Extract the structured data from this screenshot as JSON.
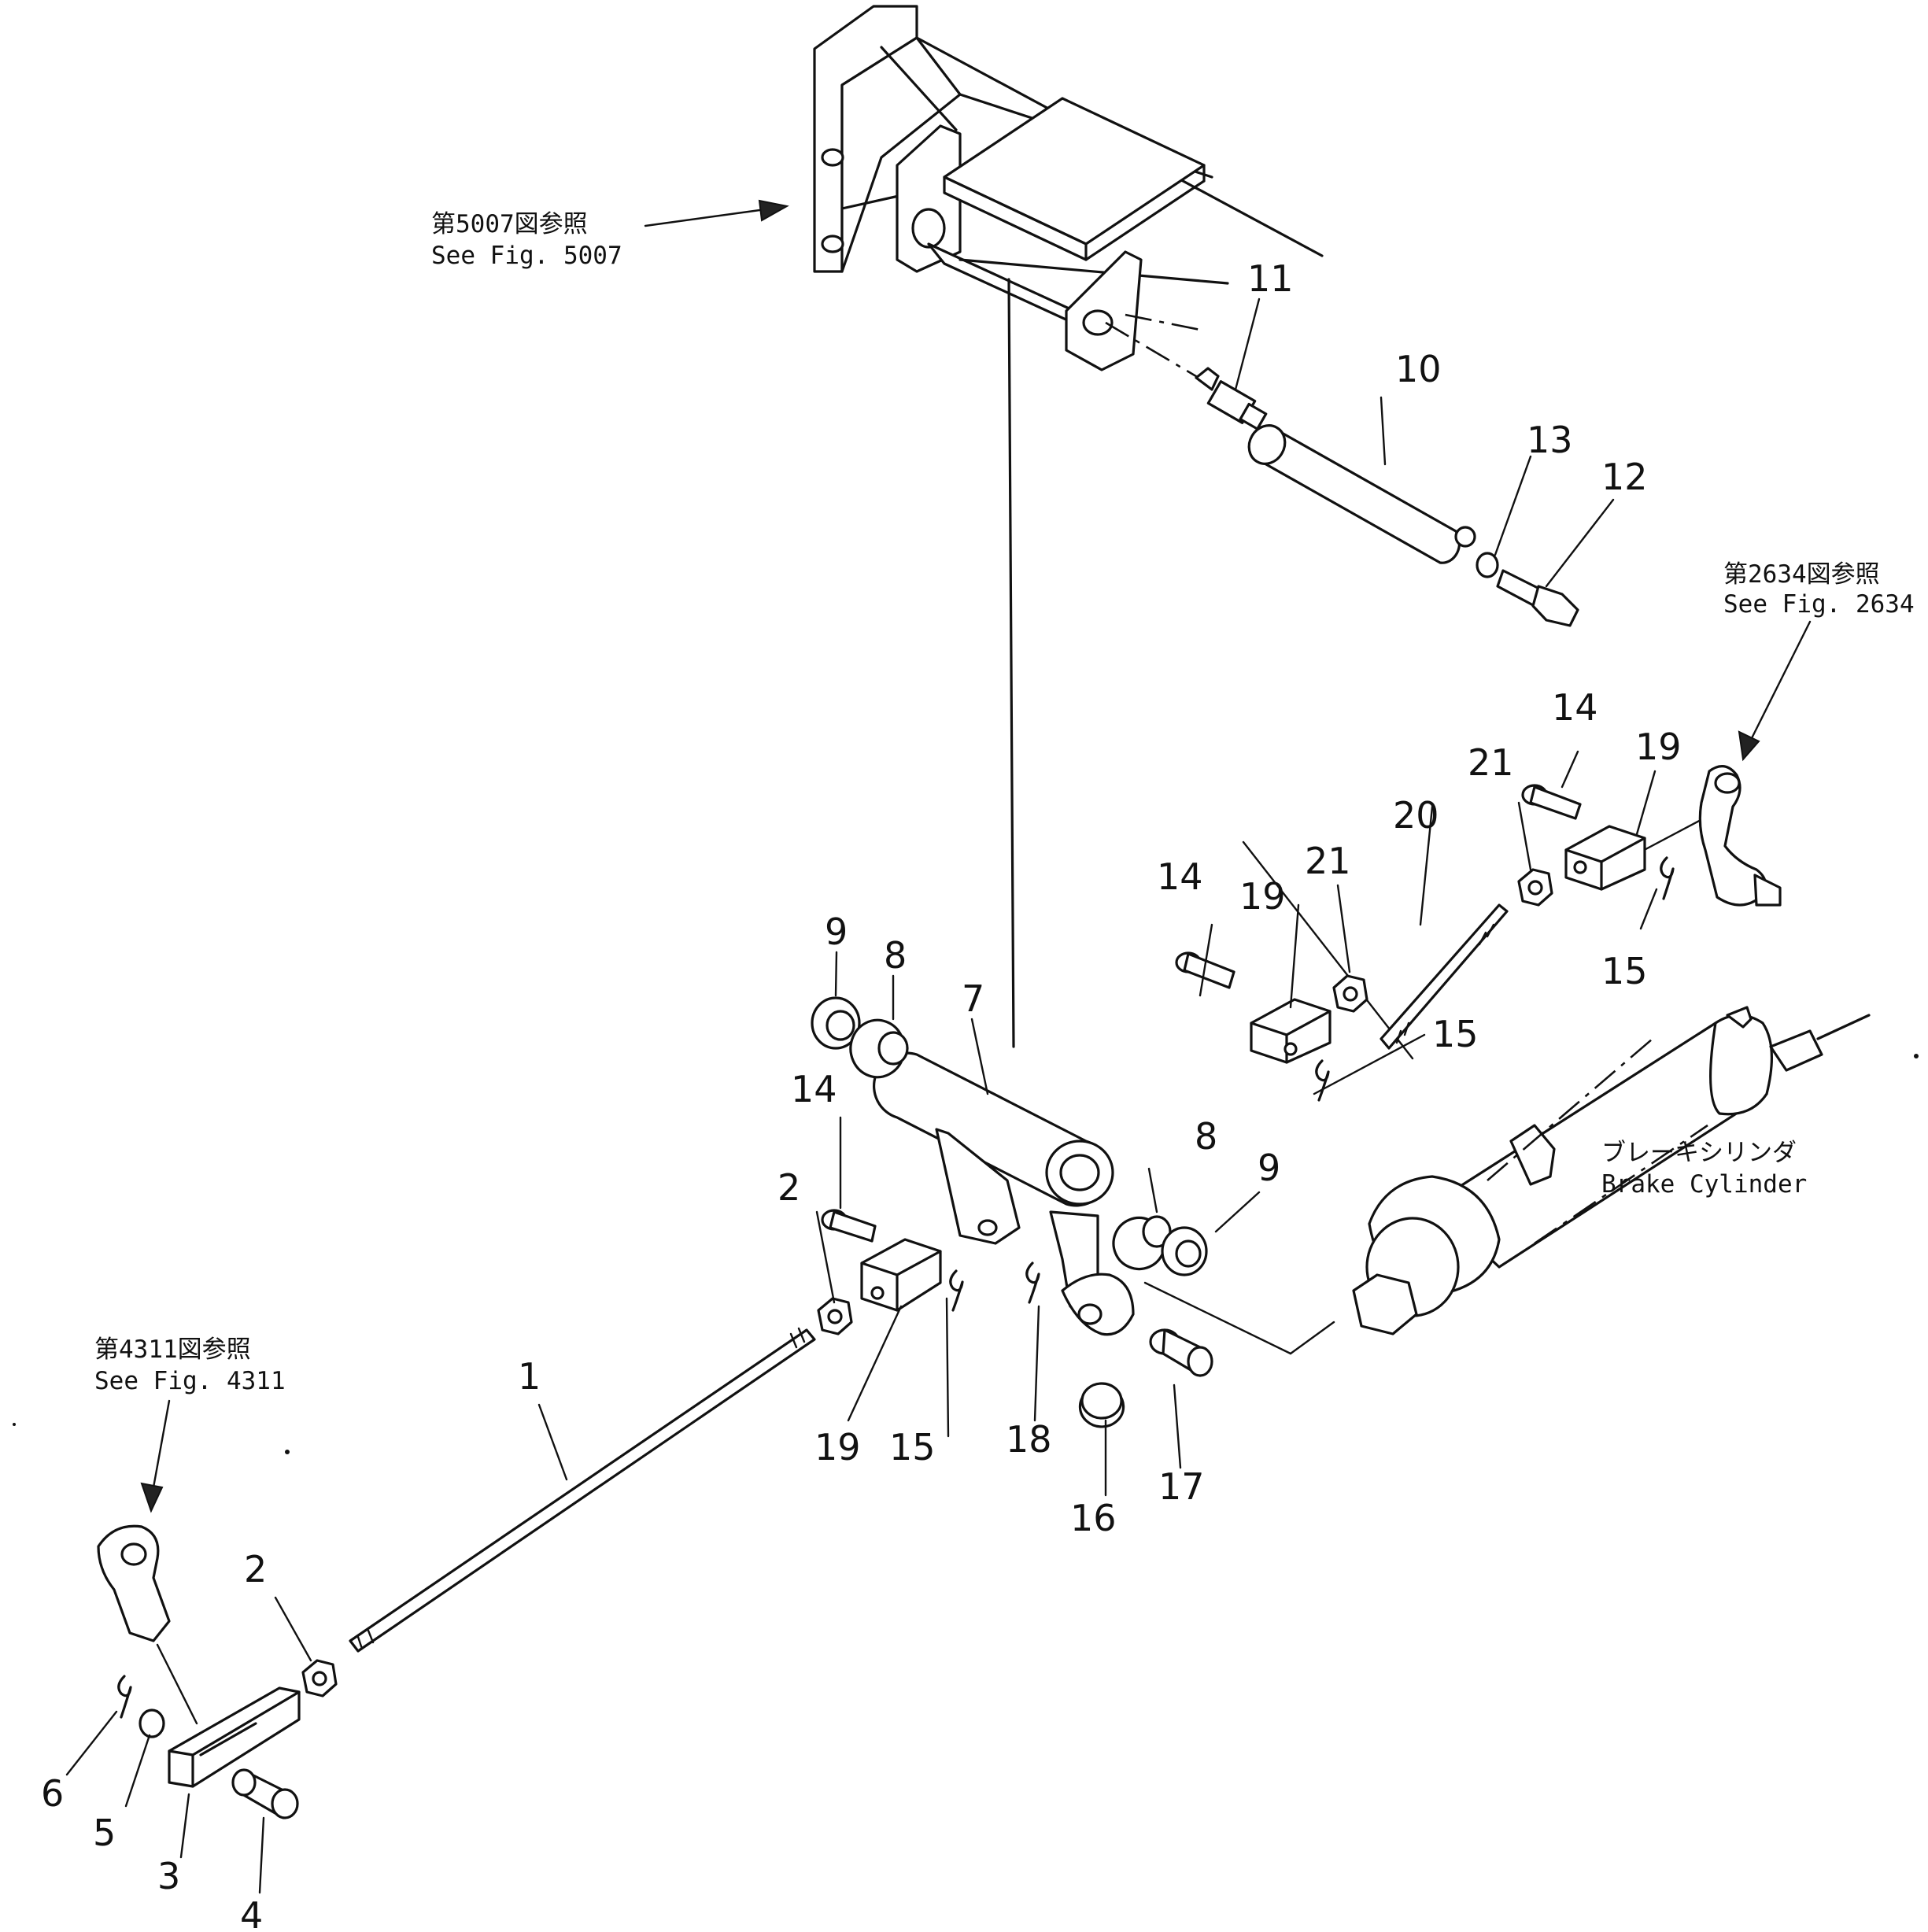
{
  "callouts": [
    {
      "id": "c1",
      "label": "1"
    },
    {
      "id": "c2a",
      "label": "2"
    },
    {
      "id": "c2b",
      "label": "2"
    },
    {
      "id": "c3",
      "label": "3"
    },
    {
      "id": "c4",
      "label": "4"
    },
    {
      "id": "c5",
      "label": "5"
    },
    {
      "id": "c6",
      "label": "6"
    },
    {
      "id": "c7",
      "label": "7"
    },
    {
      "id": "c8a",
      "label": "8"
    },
    {
      "id": "c8b",
      "label": "8"
    },
    {
      "id": "c9a",
      "label": "9"
    },
    {
      "id": "c9b",
      "label": "9"
    },
    {
      "id": "c10",
      "label": "10"
    },
    {
      "id": "c11",
      "label": "11"
    },
    {
      "id": "c12",
      "label": "12"
    },
    {
      "id": "c13",
      "label": "13"
    },
    {
      "id": "c14a",
      "label": "14"
    },
    {
      "id": "c14b",
      "label": "14"
    },
    {
      "id": "c14c",
      "label": "14"
    },
    {
      "id": "c15a",
      "label": "15"
    },
    {
      "id": "c15b",
      "label": "15"
    },
    {
      "id": "c15c",
      "label": "15"
    },
    {
      "id": "c16",
      "label": "16"
    },
    {
      "id": "c17",
      "label": "17"
    },
    {
      "id": "c18",
      "label": "18"
    },
    {
      "id": "c19a",
      "label": "19"
    },
    {
      "id": "c19b",
      "label": "19"
    },
    {
      "id": "c19c",
      "label": "19"
    },
    {
      "id": "c20",
      "label": "20"
    },
    {
      "id": "c21a",
      "label": "21"
    },
    {
      "id": "c21b",
      "label": "21"
    }
  ],
  "references": {
    "fig5007_jp": "第5007図参照",
    "fig5007_en": "See Fig. 5007",
    "fig2634_jp": "第2634図参照",
    "fig2634_en": "See Fig. 2634",
    "fig4311_jp": "第4311図参照",
    "fig4311_en": "See Fig. 4311",
    "brake_jp": "ブレーキシリンダ",
    "brake_en": "Brake Cylinder"
  }
}
